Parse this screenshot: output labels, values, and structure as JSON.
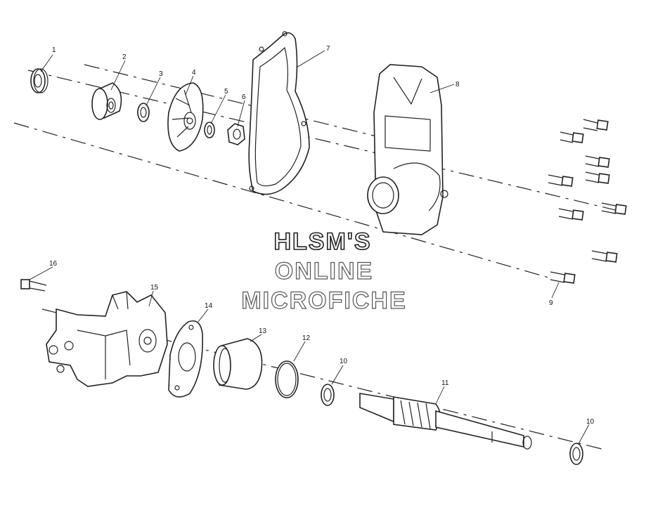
{
  "watermark": {
    "line1": "HLSM'S",
    "line2": "ONLINE",
    "line3": "MICROFICHE"
  },
  "callouts": [
    "1",
    "2",
    "3",
    "4",
    "5",
    "6",
    "7",
    "8",
    "9",
    "10",
    "11",
    "12",
    "13",
    "14",
    "15",
    "16"
  ],
  "callout_10_second": "10"
}
